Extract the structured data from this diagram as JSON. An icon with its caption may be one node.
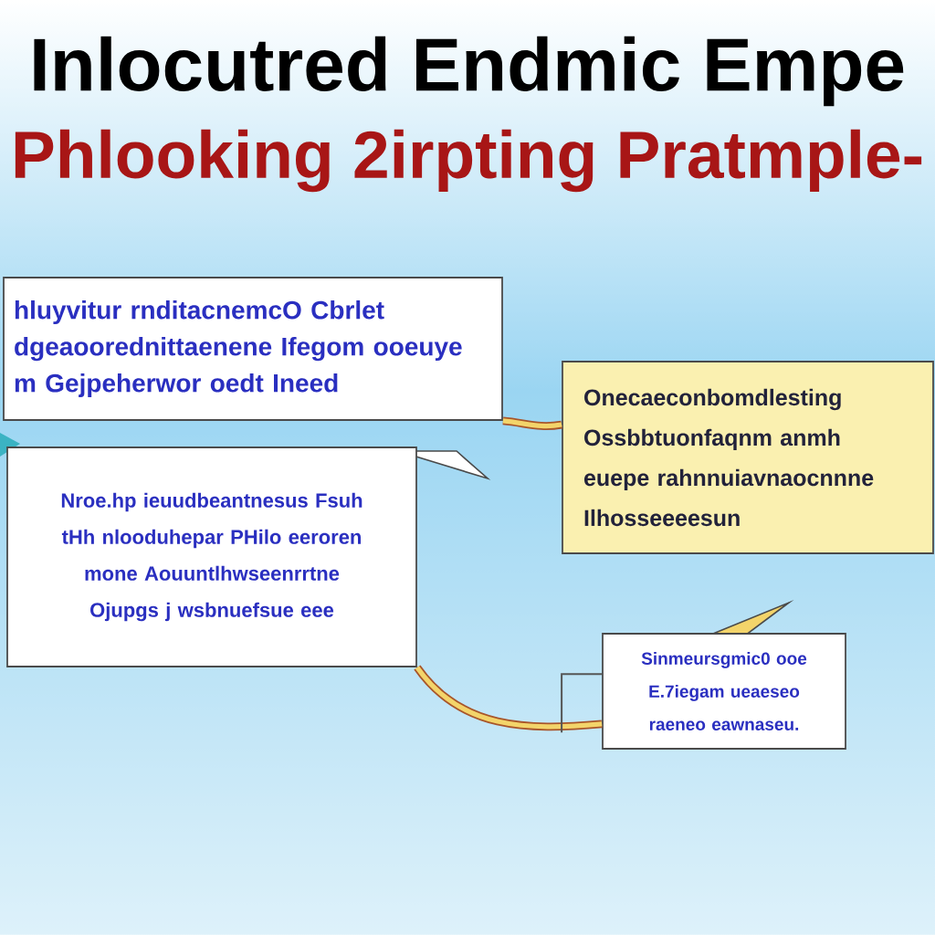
{
  "diagram": {
    "title": "Inlocutred Endmic Empe",
    "nodes": [
      {
        "text": [
          "hluyvitur rnditacnemcO Cbrlet dgeaoorednittaenene Ifegom ooeuye m Gejpeherwor oedt Ineed"
        ]
      },
      {
        "text": [
          "Nroe.hp ieuudbeantnesus Fsuh tHh nlooduhepar PHilo eeroren mone Aouuntlhwseenrrtne Ojupgs j wsbnuefsue eee"
        ]
      },
      {
        "text": [
          "Onecaeconbomdlesting Ossbbtuonfaqnm anmh euepe rahnnuiavnaocnnne Ilhosseeeesun"
        ]
      },
      {
        "text": [
          "Sinmeursgmic0 ooe E.7iegam ueaeseo raeneo eawnaseu."
        ]
      }
    ],
    "edges": [
      {
        "from": 0,
        "to": 2,
        "arrow": "none"
      },
      {
        "from": 1,
        "to": 3,
        "arrow": "none"
      },
      {
        "from": 3,
        "to": null,
        "arrow": "none",
        "color": "#555555"
      }
    ],
    "labels": [
      "Phlooking 2irpting Pratmple-"
    ]
  }
}
